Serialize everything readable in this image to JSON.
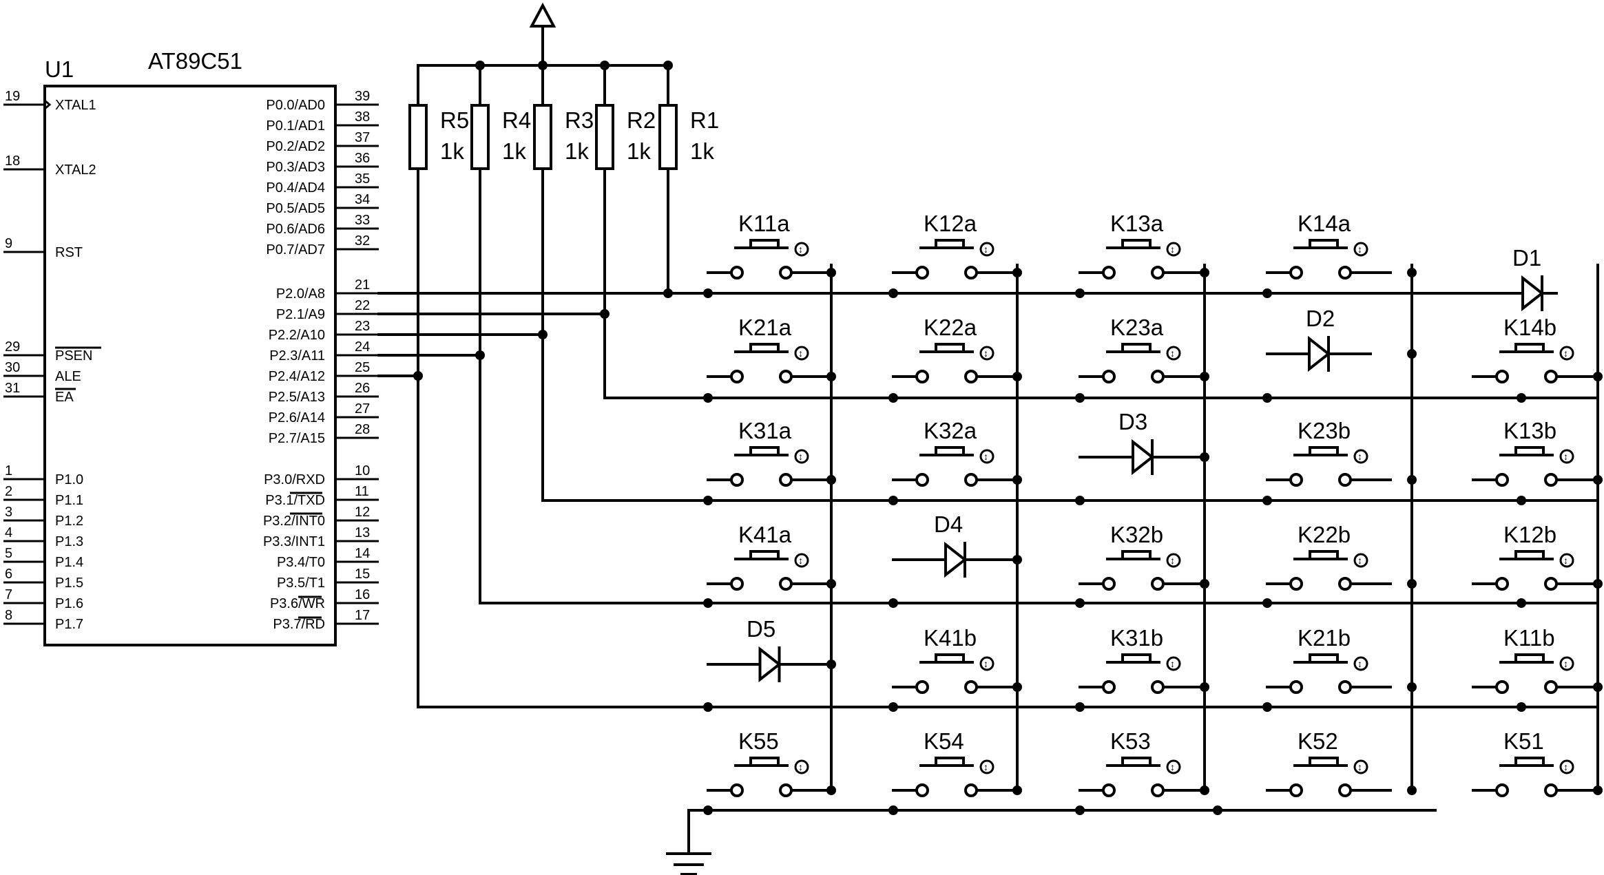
{
  "mcu": {
    "ref": "U1",
    "part": "AT89C51",
    "left_pins": [
      {
        "num": "19",
        "name": "XTAL1"
      },
      {
        "num": "18",
        "name": "XTAL2"
      },
      {
        "num": "9",
        "name": "RST"
      },
      {
        "num": "29",
        "name": "PSEN"
      },
      {
        "num": "30",
        "name": "ALE"
      },
      {
        "num": "31",
        "name": "EA"
      },
      {
        "num": "1",
        "name": "P1.0"
      },
      {
        "num": "2",
        "name": "P1.1"
      },
      {
        "num": "3",
        "name": "P1.2"
      },
      {
        "num": "4",
        "name": "P1.3"
      },
      {
        "num": "5",
        "name": "P1.4"
      },
      {
        "num": "6",
        "name": "P1.5"
      },
      {
        "num": "7",
        "name": "P1.6"
      },
      {
        "num": "8",
        "name": "P1.7"
      }
    ],
    "right_pins": [
      {
        "num": "39",
        "name": "P0.0/AD0"
      },
      {
        "num": "38",
        "name": "P0.1/AD1"
      },
      {
        "num": "37",
        "name": "P0.2/AD2"
      },
      {
        "num": "36",
        "name": "P0.3/AD3"
      },
      {
        "num": "35",
        "name": "P0.4/AD4"
      },
      {
        "num": "34",
        "name": "P0.5/AD5"
      },
      {
        "num": "33",
        "name": "P0.6/AD6"
      },
      {
        "num": "32",
        "name": "P0.7/AD7"
      },
      {
        "num": "21",
        "name": "P2.0/A8"
      },
      {
        "num": "22",
        "name": "P2.1/A9"
      },
      {
        "num": "23",
        "name": "P2.2/A10"
      },
      {
        "num": "24",
        "name": "P2.3/A11"
      },
      {
        "num": "25",
        "name": "P2.4/A12"
      },
      {
        "num": "26",
        "name": "P2.5/A13"
      },
      {
        "num": "27",
        "name": "P2.6/A14"
      },
      {
        "num": "28",
        "name": "P2.7/A15"
      },
      {
        "num": "10",
        "name": "P3.0/RXD"
      },
      {
        "num": "11",
        "name": "P3.1/TXD"
      },
      {
        "num": "12",
        "name": "P3.2/INT0"
      },
      {
        "num": "13",
        "name": "P3.3/INT1"
      },
      {
        "num": "14",
        "name": "P3.4/T0"
      },
      {
        "num": "15",
        "name": "P3.5/T1"
      },
      {
        "num": "16",
        "name": "P3.6/WR"
      },
      {
        "num": "17",
        "name": "P3.7/RD"
      }
    ]
  },
  "resistors": [
    {
      "ref": "R5",
      "value": "1k"
    },
    {
      "ref": "R4",
      "value": "1k"
    },
    {
      "ref": "R3",
      "value": "1k"
    },
    {
      "ref": "R2",
      "value": "1k"
    },
    {
      "ref": "R1",
      "value": "1k"
    }
  ],
  "switches": [
    [
      "K11a",
      "K12a",
      "K13a",
      "K14a"
    ],
    [
      "K21a",
      "K22a",
      "K23a",
      "D2",
      "K14b"
    ],
    [
      "K31a",
      "K32a",
      "D3",
      "K23b",
      "K13b"
    ],
    [
      "K41a",
      "D4",
      "K32b",
      "K22b",
      "K12b"
    ],
    [
      "D5",
      "K41b",
      "K31b",
      "K21b",
      "K11b"
    ],
    [
      "K55",
      "K54",
      "K53",
      "K52",
      "K51"
    ]
  ],
  "diodes": [
    "D1",
    "D2",
    "D3",
    "D4",
    "D5"
  ],
  "d1_label": "D1"
}
